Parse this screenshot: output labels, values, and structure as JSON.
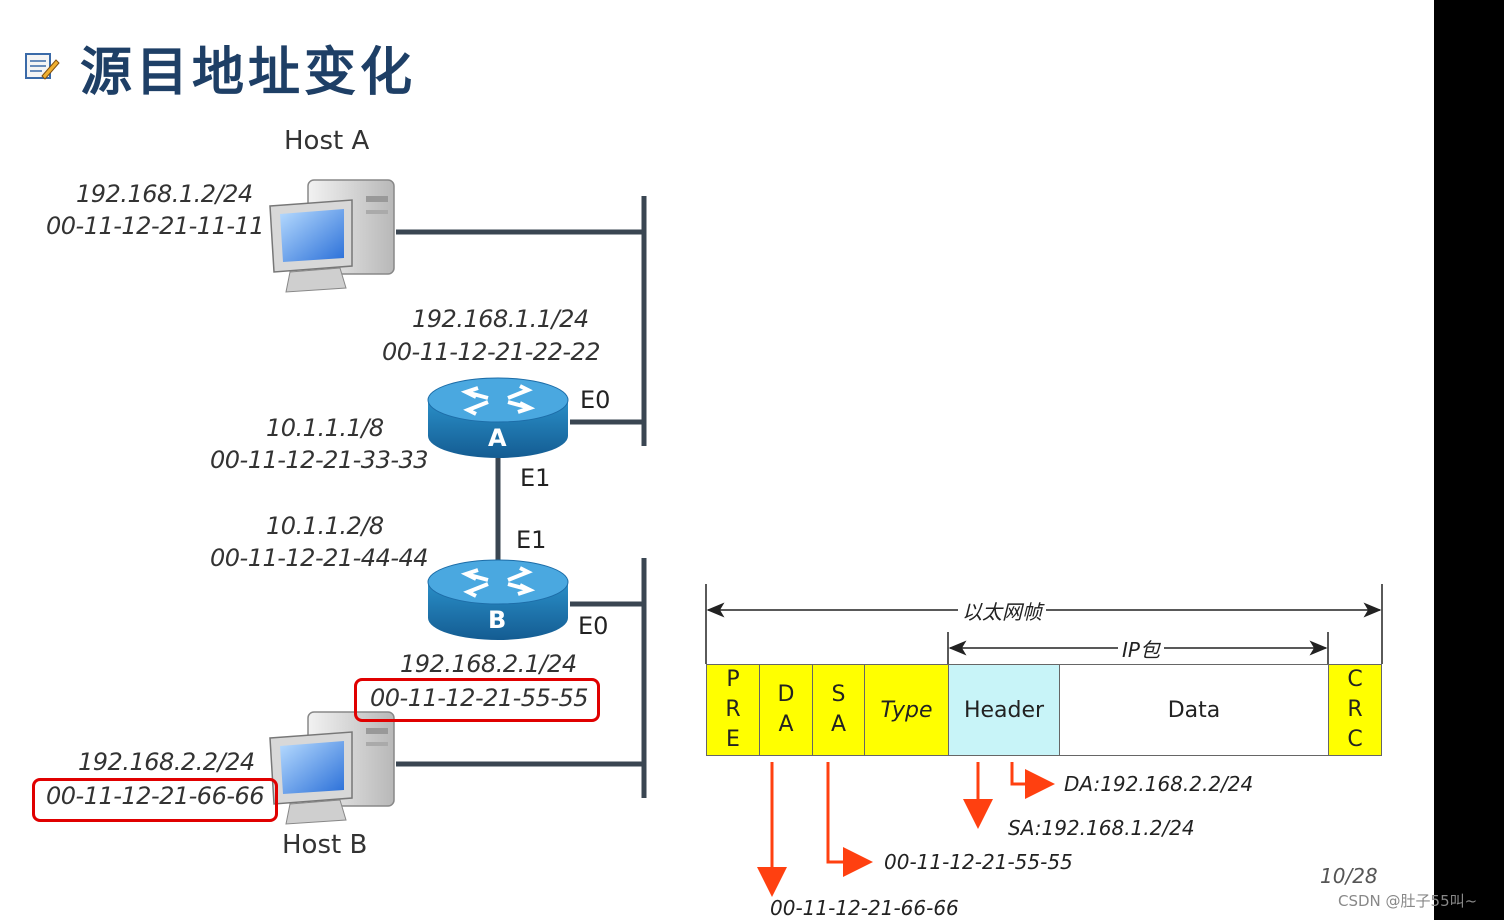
{
  "title": "源目地址变化",
  "hostA": {
    "name": "Host A",
    "ip": "192.168.1.2/24",
    "mac": "00-11-12-21-11-11"
  },
  "routerA": {
    "label": "A",
    "e0": {
      "name": "E0",
      "ip": "192.168.1.1/24",
      "mac": "00-11-12-21-22-22"
    },
    "e1": {
      "name": "E1",
      "ip": "10.1.1.1/8",
      "mac": "00-11-12-21-33-33"
    }
  },
  "routerB": {
    "label": "B",
    "e1": {
      "name": "E1",
      "ip": "10.1.1.2/8",
      "mac": "00-11-12-21-44-44"
    },
    "e0": {
      "name": "E0",
      "ip": "192.168.2.1/24",
      "mac": "00-11-12-21-55-55"
    }
  },
  "hostB": {
    "name": "Host B",
    "ip": "192.168.2.2/24",
    "mac": "00-11-12-21-66-66"
  },
  "frame": {
    "ethernet_label": "以太网帧",
    "ip_packet_label": "IP包",
    "fields": {
      "pre": [
        "P",
        "R",
        "E"
      ],
      "da": [
        "D",
        "A"
      ],
      "sa": [
        "S",
        "A"
      ],
      "type": "Type",
      "header": "Header",
      "data": "Data",
      "crc": [
        "C",
        "R",
        "C"
      ]
    },
    "annotations": {
      "ip_da": "DA:192.168.2.2/24",
      "ip_sa": "SA:192.168.1.2/24",
      "mac_sa": "00-11-12-21-55-55",
      "mac_da": "00-11-12-21-66-66"
    }
  },
  "colors": {
    "title": "#1e3f66",
    "highlight": "#e00000",
    "arrow": "#ff4010",
    "field_yellow": "#ffff00",
    "field_header": "#c8f4f8",
    "network_line": "#3a4652",
    "router_blue": "#2a8fc8"
  },
  "page_number": "10/28",
  "watermark": "CSDN @肚子55叫~"
}
